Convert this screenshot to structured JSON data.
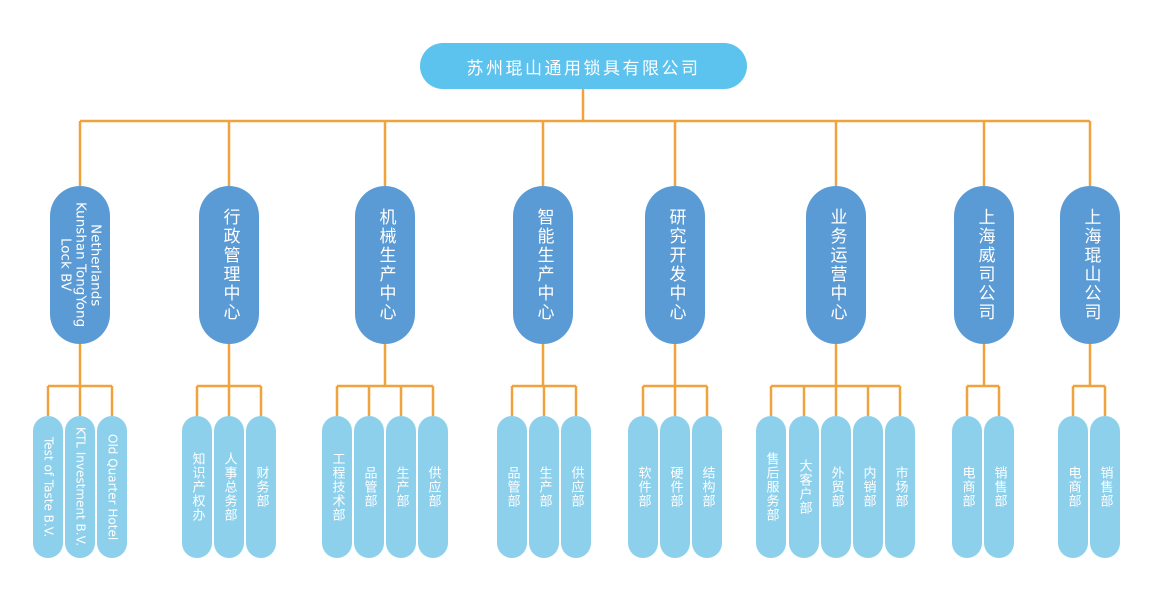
{
  "root": {
    "label": "苏州琨山通用锁具有限公司"
  },
  "colors": {
    "connector": "#f0a23c",
    "root": "#5cc2ee",
    "center": "#5b9bd5",
    "department": "#8dd0ec",
    "text": "#ffffff"
  },
  "centers": [
    {
      "label": "Netherlands\nKunshan TongYong\nLock BV",
      "departments": [
        "Test of Taste B.V.",
        "KTL Investment B.V.",
        "Old Quarter Hotel"
      ]
    },
    {
      "label": "行政管理中心",
      "departments": [
        "知识产权办",
        "人事总务部",
        "财务部"
      ]
    },
    {
      "label": "机械生产中心",
      "departments": [
        "工程技术部",
        "品管部",
        "生产部",
        "供应部"
      ]
    },
    {
      "label": "智能生产中心",
      "departments": [
        "品管部",
        "生产部",
        "供应部"
      ]
    },
    {
      "label": "研究开发中心",
      "departments": [
        "软件部",
        "硬件部",
        "结构部"
      ]
    },
    {
      "label": "业务运营中心",
      "departments": [
        "售后服务部",
        "大客户部",
        "外贸部",
        "内销部",
        "市场部"
      ]
    },
    {
      "label": "上海威司公司",
      "departments": [
        "电商部",
        "销售部"
      ]
    },
    {
      "label": "上海琨山公司",
      "departments": [
        "电商部",
        "销售部"
      ]
    }
  ]
}
